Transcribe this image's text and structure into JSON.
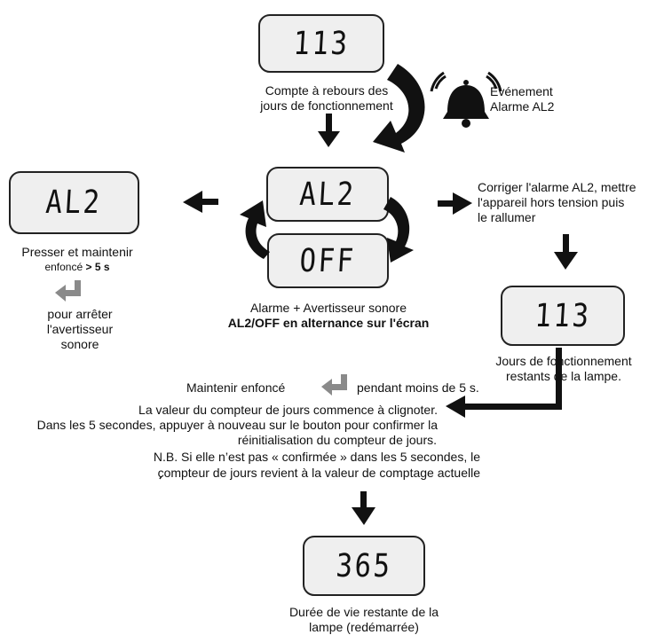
{
  "displays": {
    "top": "113",
    "center_alarm": "AL2",
    "center_off": "OFF",
    "left": "AL2",
    "right": "113",
    "bottom": "365"
  },
  "labels": {
    "countdown_line1": "Compte à rebours des",
    "countdown_line2": "jours de fonctionnement",
    "event_line1": "Événement",
    "event_line2": "Alarme AL2",
    "correct_line1": "Corriger l'alarme AL2, mettre",
    "correct_line2": "l'appareil hors tension puis",
    "correct_line3": "le rallumer",
    "press_line1": "Presser et maintenir",
    "press_line2_prefix": "enfoncé",
    "press_line2_value": "> 5 s",
    "stop_line1": "pour arrêter",
    "stop_line2": "l'avertisseur",
    "stop_line3": "sonore",
    "alarm_line1": "Alarme + Avertisseur sonore",
    "alarm_line2": "AL2/OFF en alternance sur l'écran",
    "remaining_line1": "Jours de fonctionnement",
    "remaining_line2": "restants de la lampe.",
    "hold_prefix": "Maintenir enfoncé",
    "hold_suffix": "pendant moins de 5 s.",
    "blink_line1": "La valeur du compteur de jours commence à clignoter.",
    "blink_line2": "Dans les 5 secondes, appuyer à nouveau sur le bouton pour confirmer la",
    "blink_line3": "réinitialisation du compteur de jours.",
    "nb_line1": "N.B. Si elle n’est pas « confirmée » dans les 5 secondes, le",
    "nb_line2": "compteur de jours revient à la valeur de comptage actuelle",
    "life_line1": "Durée de vie restante de la",
    "life_line2": "lampe (redémarrée)"
  },
  "icons": [
    "alarm-bell-icon",
    "return-key-icon"
  ]
}
